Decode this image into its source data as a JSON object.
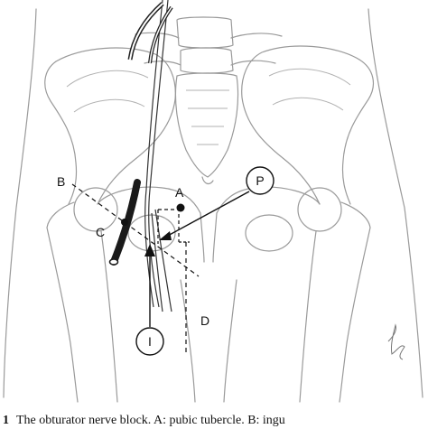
{
  "labels": {
    "a": "A",
    "b": "B",
    "c": "C",
    "d": "D",
    "p": "P",
    "i": "I"
  },
  "caption": {
    "prefix": "1",
    "text": "The obturator nerve block. A: pubic tubercle. B: ingu"
  },
  "colors": {
    "outline": "#9a9a9a",
    "ink": "#111111"
  }
}
